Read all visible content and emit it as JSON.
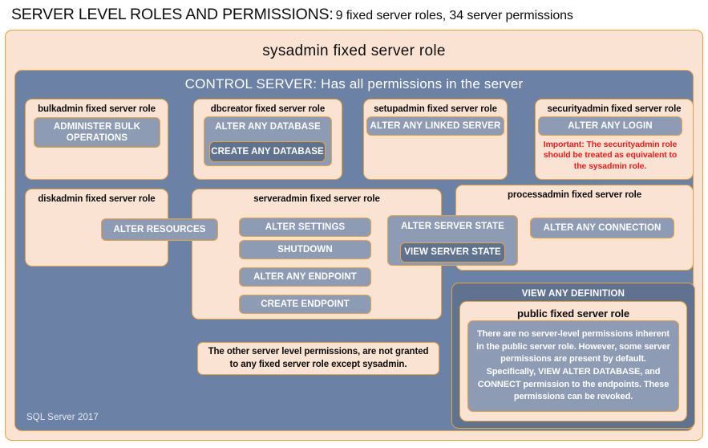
{
  "title": {
    "strong": "SERVER LEVEL ROLES AND PERMISSIONS:",
    "sub": "9 fixed server roles, 34 server permissions"
  },
  "sysadmin": {
    "label": "sysadmin fixed server role"
  },
  "control_server": {
    "label": "CONTROL SERVER: Has all permissions in the server"
  },
  "roles": {
    "bulkadmin": {
      "title": "bulkadmin fixed server role",
      "permissions": [
        "ADMINISTER  BULK OPERATIONS"
      ]
    },
    "dbcreator": {
      "title": "dbcreator fixed server role",
      "permissions": [
        "ALTER ANY DATABASE",
        "CREATE  ANY DATABASE"
      ]
    },
    "setupadmin": {
      "title": "setupadmin fixed server role",
      "permissions": [
        "ALTER ANY LINKED SERVER"
      ]
    },
    "securityadmin": {
      "title": "securityadmin fixed server role",
      "permissions": [
        "ALTER ANY LOGIN"
      ],
      "note": "Important:  The securityadmin role should  be treated  as equivalent to the  sysadmin role."
    },
    "diskadmin": {
      "title": "diskadmin fixed server role",
      "permissions": [
        "ALTER RESOURCES"
      ]
    },
    "serveradmin": {
      "title": "serveradmin fixed server role",
      "permissions": [
        "ALTER SETTINGS",
        "SHUTDOWN",
        "ALTER ANY ENDPOINT",
        "CREATE  ENDPOINT"
      ],
      "shared_permissions": [
        "ALTER SERVER STATE",
        "VIEW SERVER STATE"
      ]
    },
    "processadmin": {
      "title": "processadmin fixed server role",
      "permissions": [
        "ALTER ANY CONNECTION"
      ]
    },
    "public": {
      "view_any_definition": "VIEW ANY DEFINITION",
      "title": "public  fixed server role",
      "body": "There are no server-level permissions inherent in the public server role. However, some server permissions are present by default. Specifically, VIEW ALTER DATABASE, and CONNECT permission to the endpoints. These permissions can be revoked."
    }
  },
  "notes": {
    "other_permissions": "The other server level permissions,  are not granted to any fixed server role except sysadmin."
  },
  "footer": {
    "product": "SQL Server 2017"
  },
  "colors": {
    "border_gold": "#e7a33c",
    "cream": "#fbe3d3",
    "slate": "#6b81a5",
    "slate_dark": "#5f7391",
    "permission": "#8d9bb5",
    "warning_red": "#ee1c1c"
  }
}
